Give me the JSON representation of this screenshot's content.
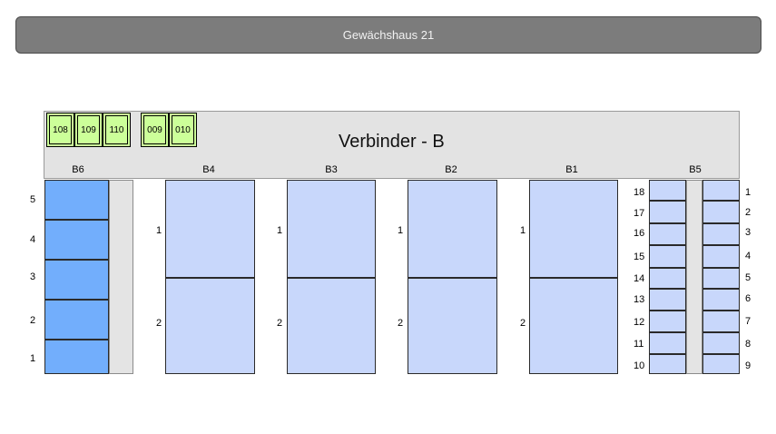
{
  "header": {
    "title": "Gewächshaus 21"
  },
  "connector": {
    "title": "Verbinder - B"
  },
  "chips": [
    "108",
    "109",
    "110",
    "009",
    "010"
  ],
  "beds": {
    "B6": {
      "label": "B6",
      "rows": [
        "5",
        "4",
        "3",
        "2",
        "1"
      ]
    },
    "B4": {
      "label": "B4",
      "rows": [
        "1",
        "2"
      ]
    },
    "B3": {
      "label": "B3",
      "rows": [
        "1",
        "2"
      ]
    },
    "B2": {
      "label": "B2",
      "rows": [
        "1",
        "2"
      ]
    },
    "B1": {
      "label": "B1",
      "rows": [
        "1",
        "2"
      ]
    },
    "B5": {
      "label": "B5",
      "left_rows": [
        "18",
        "17",
        "16",
        "15",
        "14",
        "13",
        "12",
        "11",
        "10"
      ],
      "right_rows": [
        "1",
        "2",
        "3",
        "4",
        "5",
        "6",
        "7",
        "8",
        "9"
      ]
    }
  },
  "colors": {
    "header_bg": "#7c7c7c",
    "connector_bg": "#e3e3e3",
    "chip_green": "#ccff99",
    "b6_blue": "#72aefc",
    "bed_blue": "#c8d7fb"
  }
}
